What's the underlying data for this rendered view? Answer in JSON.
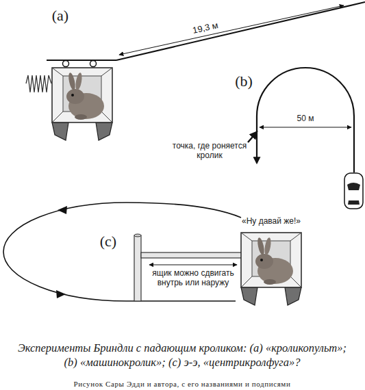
{
  "diagram": {
    "caption": "Эксперименты Бриндли с падающим кроликом: (a) «кроликопульт»; (b) «машинокролик»; (c) э-э, «центрикролфуга»?",
    "labels": [
      "(a)",
      "19,3 м",
      "(b)",
      "50 м",
      "точка, где роняется кролик",
      "(c)",
      "«Ну давай же!»",
      "ящик можно сдвигать внутрь или наружу",
      "Рисунок Сары Эдди и автора, с его названиями и подписями"
    ]
  }
}
